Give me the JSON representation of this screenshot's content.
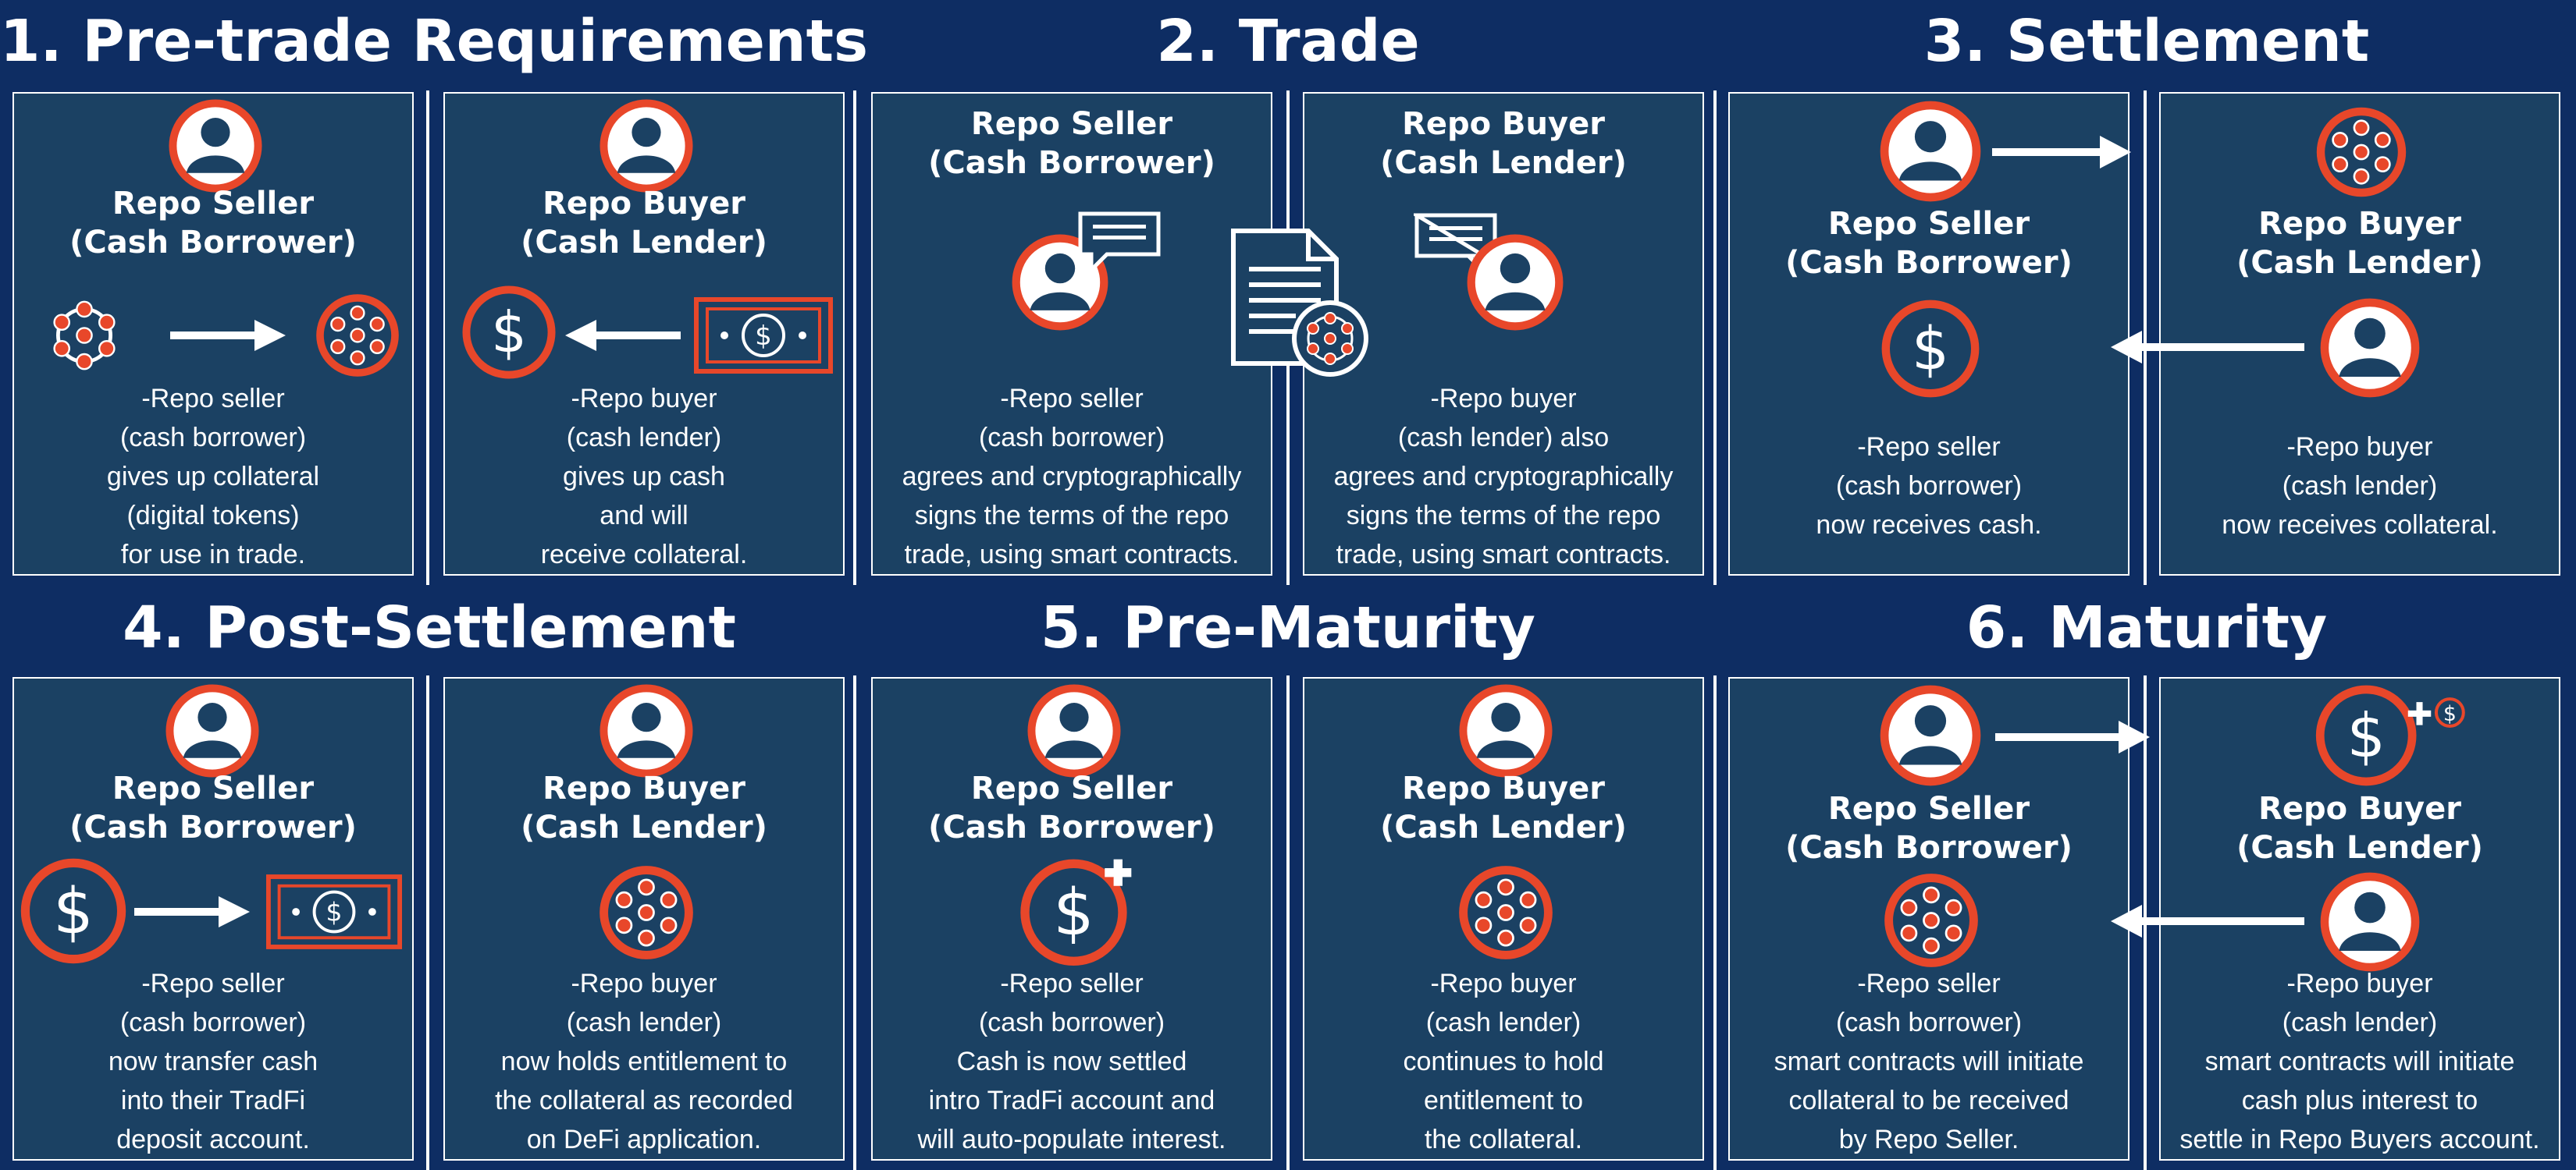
{
  "titles": [
    "1. Pre-trade Requirements",
    "2. Trade",
    "3. Settlement",
    "4. Post-Settlement",
    "5. Pre-Maturity",
    "6. Maturity"
  ],
  "panels": [
    {
      "role": [
        "Repo Seller",
        "(Cash Borrower)"
      ],
      "desc": [
        "-Repo seller",
        "(cash borrower)",
        "gives up collateral",
        "(digital tokens)",
        "for use in trade."
      ],
      "icons": [
        "person-icon",
        "collateral-tokens-icon",
        "right-arrow-icon",
        "collateral-tokens-icon"
      ]
    },
    {
      "role": [
        "Repo Buyer",
        "(Cash Lender)"
      ],
      "desc": [
        "-Repo buyer",
        "(cash lender)",
        "gives up cash",
        "and will",
        "receive collateral."
      ],
      "icons": [
        "person-icon",
        "dollar-coin-icon",
        "left-arrow-icon",
        "banknote-icon"
      ]
    },
    {
      "role": [
        "Repo Seller",
        "(Cash Borrower)"
      ],
      "desc": [
        "-Repo seller",
        "(cash borrower)",
        "agrees and cryptographically",
        "signs the terms of the repo",
        "trade, using smart contracts."
      ],
      "icons": [
        "person-icon",
        "speech-bubble-icon",
        "contract-document-icon"
      ]
    },
    {
      "role": [
        "Repo Buyer",
        "(Cash Lender)"
      ],
      "desc": [
        "-Repo buyer",
        "(cash lender) also",
        "agrees and cryptographically",
        "signs the terms of the repo",
        "trade, using smart contracts."
      ],
      "icons": [
        "person-icon",
        "speech-bubble-icon"
      ]
    },
    {
      "role": [
        "Repo Seller",
        "(Cash Borrower)"
      ],
      "desc": [
        "-Repo seller",
        "(cash borrower)",
        "now receives cash."
      ],
      "icons": [
        "person-icon",
        "dollar-coin-icon",
        "right-arrow-icon"
      ]
    },
    {
      "role": [
        "Repo Buyer",
        "(Cash Lender)"
      ],
      "desc": [
        "-Repo buyer",
        "(cash lender)",
        "now receives collateral."
      ],
      "icons": [
        "collateral-tokens-icon",
        "person-icon",
        "left-arrow-icon"
      ]
    },
    {
      "role": [
        "Repo Seller",
        "(Cash Borrower)"
      ],
      "desc": [
        "-Repo seller",
        "(cash borrower)",
        "now transfer cash",
        "into their TradFi",
        "deposit account."
      ],
      "icons": [
        "person-icon",
        "dollar-coin-icon",
        "right-arrow-icon",
        "banknote-icon"
      ]
    },
    {
      "role": [
        "Repo Buyer",
        "(Cash Lender)"
      ],
      "desc": [
        "-Repo buyer",
        "(cash lender)",
        "now holds entitlement to",
        "the collateral as recorded",
        "on DeFi application."
      ],
      "icons": [
        "person-icon",
        "collateral-tokens-icon"
      ]
    },
    {
      "role": [
        "Repo Seller",
        "(Cash Borrower)"
      ],
      "desc": [
        "-Repo seller",
        "(cash borrower)",
        "Cash is now settled",
        "intro TradFi account and",
        "will auto-populate interest."
      ],
      "icons": [
        "person-icon",
        "dollar-plus-icon"
      ]
    },
    {
      "role": [
        "Repo Buyer",
        "(Cash Lender)"
      ],
      "desc": [
        "-Repo buyer",
        "(cash lender)",
        "continues to hold",
        "entitlement to",
        "the collateral."
      ],
      "icons": [
        "person-icon",
        "collateral-tokens-icon"
      ]
    },
    {
      "role": [
        "Repo Seller",
        "(Cash Borrower)"
      ],
      "desc": [
        "-Repo seller",
        "(cash borrower)",
        "smart contracts will initiate",
        "collateral to be received",
        "by Repo Seller."
      ],
      "icons": [
        "person-icon",
        "collateral-tokens-icon",
        "right-arrow-icon"
      ]
    },
    {
      "role": [
        "Repo Buyer",
        "(Cash Lender)"
      ],
      "desc": [
        "-Repo buyer",
        "(cash lender)",
        "smart contracts will initiate",
        "cash plus interest to",
        "settle in Repo Buyers account."
      ],
      "icons": [
        "dollar-plus-interest-icon",
        "person-icon",
        "left-arrow-icon"
      ]
    }
  ],
  "colors": {
    "background": "#0e2d63",
    "panel": "#1b4163",
    "accent": "#e8472a",
    "line": "#ffffff"
  }
}
